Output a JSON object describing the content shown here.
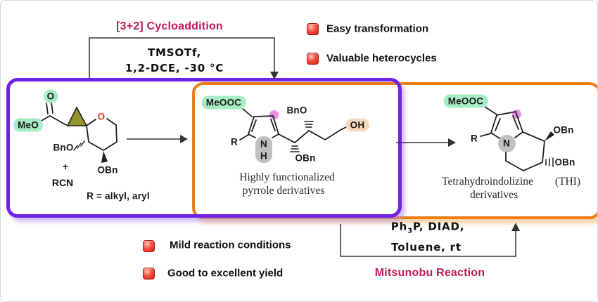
{
  "colors": {
    "purple_box": "#6F22E6",
    "orange_box": "#EE7D15",
    "magenta_text": "#C2185B",
    "green_highlight": "#A7EDC3",
    "peach_highlight": "#F8D8BD",
    "gray_highlight": "#B0B0B0",
    "pink_dot": "#E77DE0",
    "bullet_red": "#E02D1F",
    "cyclopropane_fill": "#94942A",
    "ring_oxygen_red": "#E0391F"
  },
  "top_reaction": {
    "name": "[3+2] Cycloaddition",
    "conditions_line1": "TMSOTf,",
    "conditions_line2": "1,2-DCE, -30 °C"
  },
  "features": {
    "easy_transformation": "Easy transformation",
    "valuable_heterocycles": "Valuable heterocycles",
    "mild_conditions": "Mild reaction conditions",
    "good_yield": "Good to excellent yield"
  },
  "bottom_reaction": {
    "name": "Mitsunobu Reaction",
    "reagent_base": "Ph",
    "reagent_subscript": "3",
    "reagent_rest": "P, DIAD,",
    "conditions_line2": "Toluene, rt"
  },
  "starting_material": {
    "ester_methyl": "MeO",
    "ester_oxygen": "O",
    "ring_oxygen": "O",
    "benzyloxy_left": "BnO",
    "plus": "+",
    "nitrile": "RCN",
    "benzyloxy_bottom": "OBn",
    "r_definition": "R = alkyl, aryl"
  },
  "pyrrole_product": {
    "ester": "MeOOC",
    "r_group": "R",
    "nitrogen": "N",
    "nh_hydrogen": "H",
    "benzyloxy_top": "BnO",
    "benzyloxy_bottom": "OBn",
    "hydroxyl": "OH",
    "caption_line1": "Highly functionalized",
    "caption_line2": "pyrrole derivatives"
  },
  "thi_product": {
    "ester": "MeOOC",
    "r_group": "R",
    "nitrogen": "N",
    "benzyloxy_top": "OBn",
    "benzyloxy_bottom": "OBn",
    "caption_line1": "Tetrahydroindolizine",
    "caption_abbrev": "(THI)",
    "caption_line2": "derivatives"
  }
}
